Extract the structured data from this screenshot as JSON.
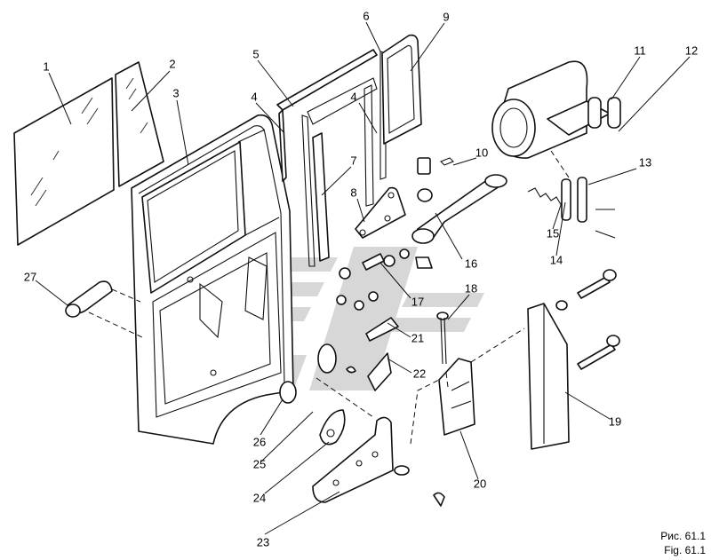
{
  "figure": {
    "caption_ru": "Рис. 61.1",
    "caption_en": "Fig. 61.1"
  },
  "callouts": [
    {
      "id": "c1",
      "text": "1"
    },
    {
      "id": "c2",
      "text": "2"
    },
    {
      "id": "c3",
      "text": "3"
    },
    {
      "id": "c4a",
      "text": "4"
    },
    {
      "id": "c4b",
      "text": "4"
    },
    {
      "id": "c5",
      "text": "5"
    },
    {
      "id": "c6",
      "text": "6"
    },
    {
      "id": "c7",
      "text": "7"
    },
    {
      "id": "c8",
      "text": "8"
    },
    {
      "id": "c9",
      "text": "9"
    },
    {
      "id": "c10",
      "text": "10"
    },
    {
      "id": "c11",
      "text": "11"
    },
    {
      "id": "c12",
      "text": "12"
    },
    {
      "id": "c13",
      "text": "13"
    },
    {
      "id": "c14",
      "text": "14"
    },
    {
      "id": "c15",
      "text": "15"
    },
    {
      "id": "c16",
      "text": "16"
    },
    {
      "id": "c17",
      "text": "17"
    },
    {
      "id": "c18",
      "text": "18"
    },
    {
      "id": "c19",
      "text": "19"
    },
    {
      "id": "c20",
      "text": "20"
    },
    {
      "id": "c21",
      "text": "21"
    },
    {
      "id": "c22",
      "text": "22"
    },
    {
      "id": "c23",
      "text": "23"
    },
    {
      "id": "c24",
      "text": "24"
    },
    {
      "id": "c25",
      "text": "25"
    },
    {
      "id": "c26",
      "text": "26"
    },
    {
      "id": "c27",
      "text": "27"
    }
  ]
}
